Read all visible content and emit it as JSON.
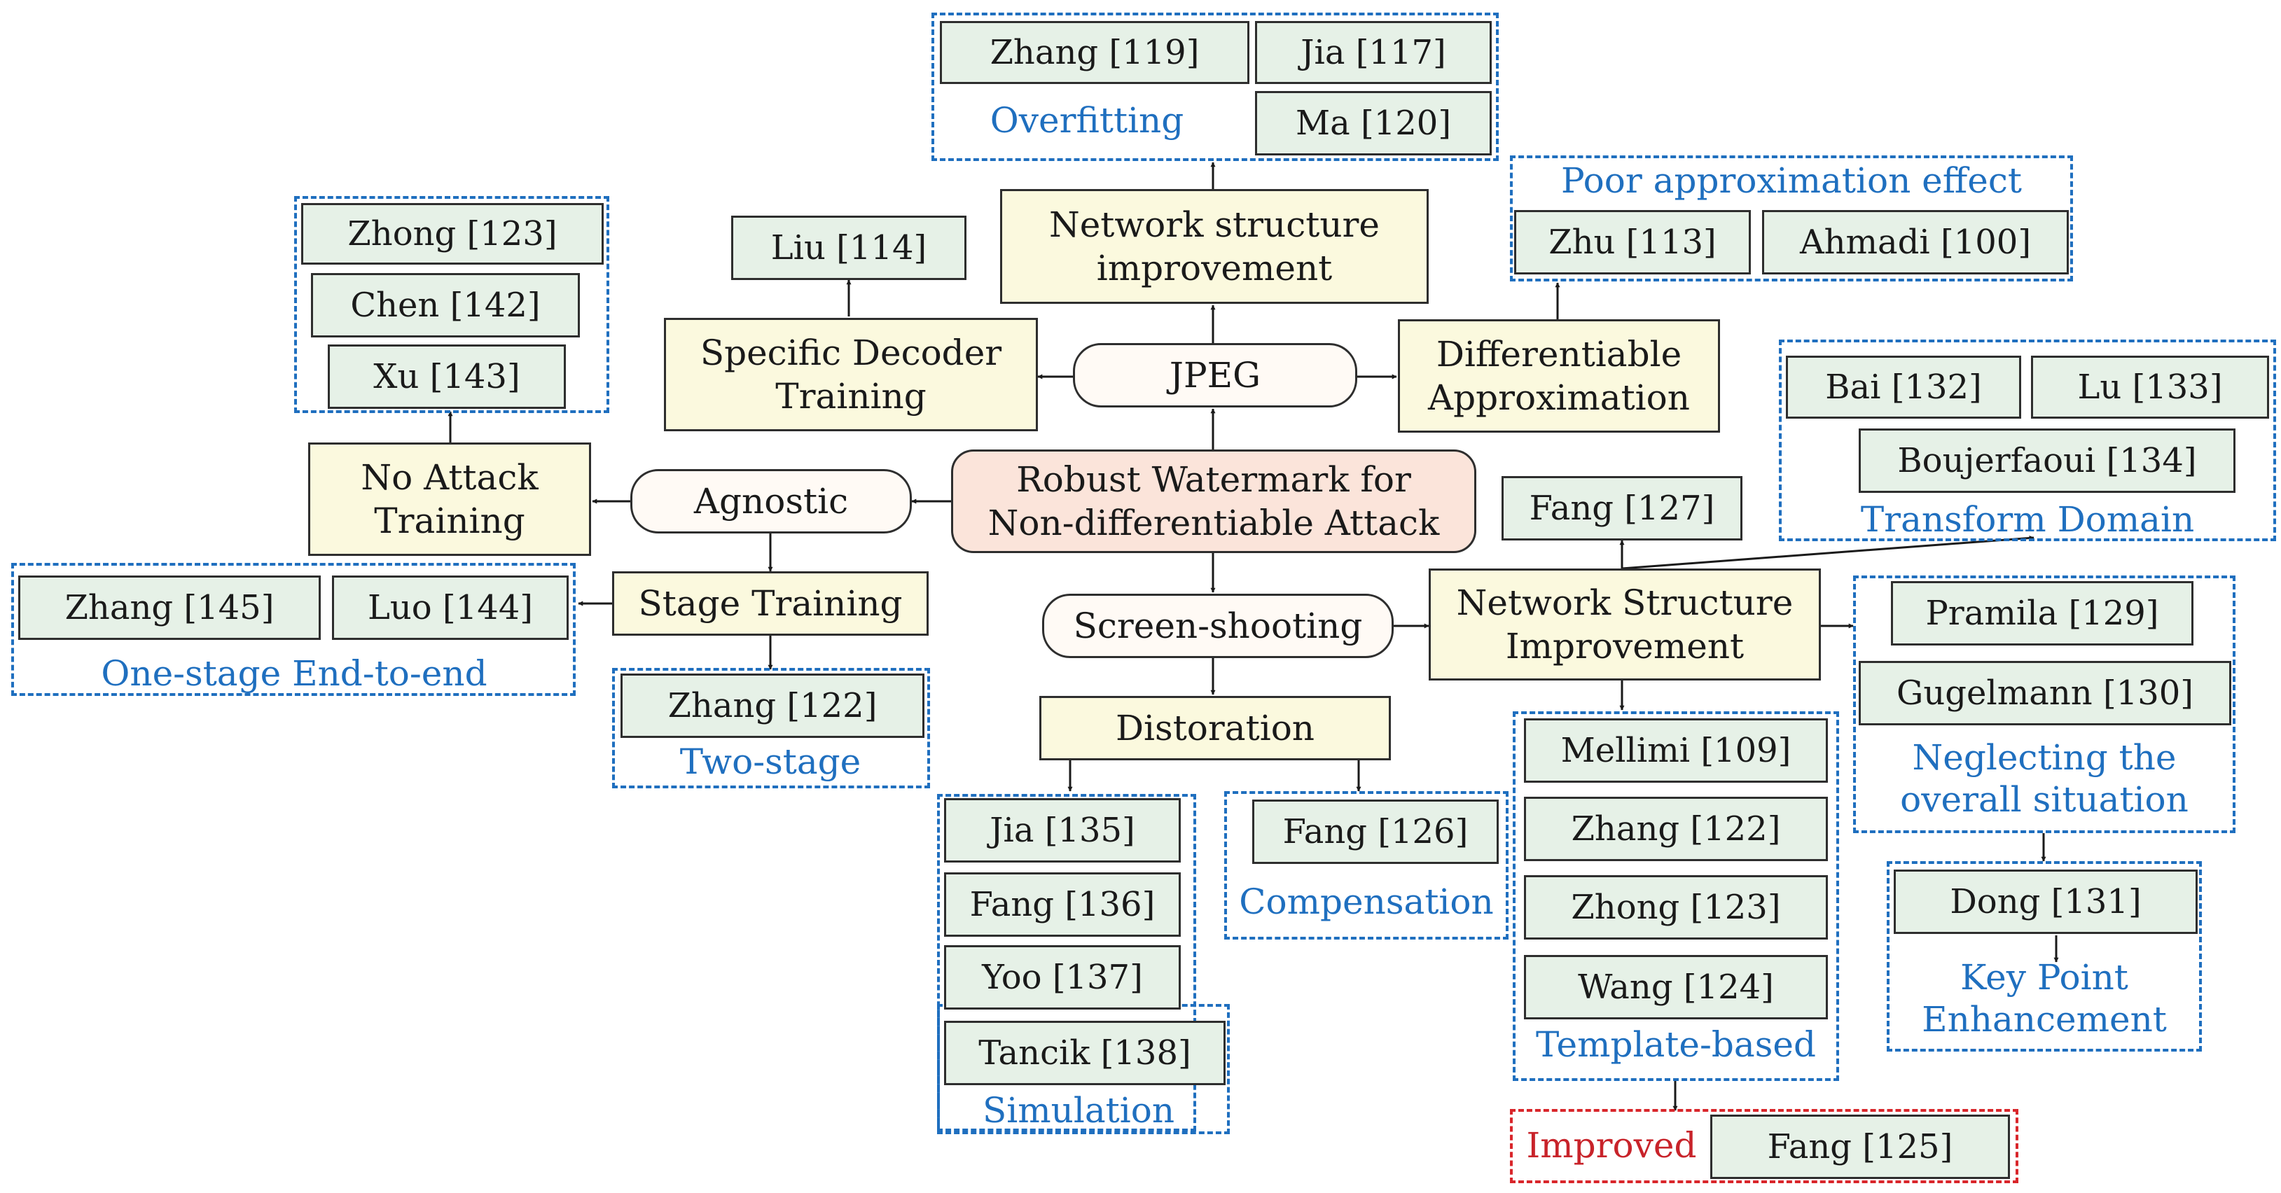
{
  "center": {
    "line1": "Robust Watermark for",
    "line2": "Non-differentiable Attack"
  },
  "attacks": {
    "jpeg": "JPEG",
    "agnostic": "Agnostic",
    "screen_shooting": "Screen-shooting"
  },
  "methods": {
    "specific_decoder": {
      "line1": "Specific Decoder",
      "line2": "Training"
    },
    "network_structure_jpeg": {
      "line1": "Network structure",
      "line2": "improvement"
    },
    "differentiable": {
      "line1": "Differentiable",
      "line2": "Approximation"
    },
    "no_attack": {
      "line1": "No Attack",
      "line2": "Training"
    },
    "stage_training": "Stage Training",
    "distoration": "Distoration",
    "network_structure_screen": {
      "line1": "Network Structure",
      "line2": "Improvement"
    }
  },
  "refs": {
    "zhang119": "Zhang [119]",
    "jia117": "Jia [117]",
    "ma120": "Ma [120]",
    "liu114": "Liu [114]",
    "zhu113": "Zhu [113]",
    "ahmadi100": "Ahmadi [100]",
    "zhong123a": "Zhong [123]",
    "chen142": "Chen [142]",
    "xu143": "Xu [143]",
    "bai132": "Bai [132]",
    "lu133": "Lu [133]",
    "boujerfaoui134": "Boujerfaoui [134]",
    "fang127": "Fang [127]",
    "zhang145": "Zhang [145]",
    "luo144": "Luo [144]",
    "zhang122a": "Zhang [122]",
    "pramila129": "Pramila [129]",
    "gugelmann130": "Gugelmann [130]",
    "mellimi109": "Mellimi [109]",
    "zhang122b": "Zhang [122]",
    "zhong123b": "Zhong [123]",
    "wang124": "Wang [124]",
    "jia135": "Jia [135]",
    "fang136": "Fang [136]",
    "yoo137": "Yoo [137]",
    "tancik138": "Tancik [138]",
    "fang126": "Fang [126]",
    "dong131": "Dong [131]",
    "fang125": "Fang [125]"
  },
  "groups": {
    "overfitting": "Overfitting",
    "poor_approx": "Poor approximation effect",
    "transform_domain": "Transform Domain",
    "one_stage": "One-stage End-to-end",
    "two_stage": "Two-stage",
    "neglecting": {
      "line1": "Neglecting the",
      "line2": "overall situation"
    },
    "key_point": {
      "line1": "Key Point",
      "line2": "Enhancement"
    },
    "template_based": "Template-based",
    "simulation": "Simulation",
    "compensation": "Compensation",
    "improved": "Improved"
  },
  "colors": {
    "reference_fill": "#e6f1e7",
    "method_fill": "#fbf9de",
    "attack_fill": "#fffaf5",
    "center_fill": "#fbe4da",
    "group_border": "#1f6fbf",
    "improved_border": "#d9262b",
    "connector": "#1a1a1a"
  }
}
